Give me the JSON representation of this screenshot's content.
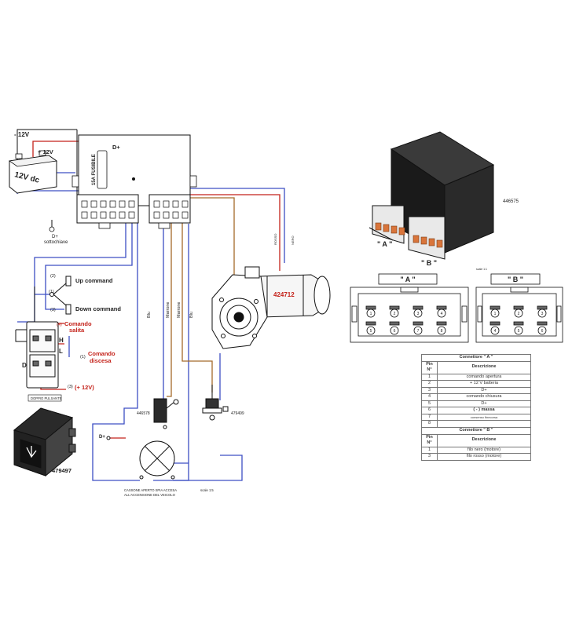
{
  "battery": {
    "neg_label": "- 12V",
    "pos_label": "+ 12V",
    "name": "12V dc"
  },
  "control_unit": {
    "fuse_label": "15A FUSIBILE",
    "d_plus": "D+",
    "key_label_1": "D+",
    "key_label_2": "sottochiave"
  },
  "commands": {
    "up_num": "(2)",
    "up": "Up command",
    "mid_num": "(1)",
    "down_num": "(3)",
    "down": "Down command"
  },
  "rocker": {
    "jump_num": "(4)",
    "jump": [
      "Comando",
      "salita"
    ],
    "descent_num": "(1)",
    "descent": [
      "Comando",
      "discesa"
    ],
    "plus_num": "(3)",
    "plus": "(+ 12V)",
    "h": "H",
    "l": "L",
    "d": "D",
    "caption": "DOPPIO PULSANTE",
    "part": "479497"
  },
  "wires": {
    "blu_left": "Blu",
    "marrone_1": "Marrone",
    "marrone_2": "Marrone",
    "blu_right": "Blu",
    "wire_a": "ROSSO",
    "wire_b": "NERO"
  },
  "parts": {
    "motor": "424712",
    "microswitch": "446578",
    "reed": "479499",
    "unit": "446575",
    "lamp_dplus": "D+"
  },
  "lamp_note": [
    "CASSONE APERTO SPIA ACCESA",
    "ALL'ACCENSIONE DEL VEICOLO"
  ],
  "scale": "scale 1:5",
  "scale_small": "scale 1:1",
  "connector_a_title": "\" A \"",
  "connector_b_title": "\" B \"",
  "connector_a_pins": [
    "1",
    "2",
    "3",
    "4",
    "5",
    "6",
    "7",
    "8"
  ],
  "connector_b_pins": [
    "1",
    "2",
    "3",
    "4",
    "5",
    "6"
  ],
  "table_a": {
    "title": "Connettore \" A \"",
    "h1": "Pin N°",
    "h2": "Descrizione",
    "rows": [
      {
        "pin": "1",
        "desc": "comando apertura"
      },
      {
        "pin": "2",
        "desc": "+ 12 V batteria"
      },
      {
        "pin": "3",
        "desc": "D+"
      },
      {
        "pin": "4",
        "desc": "comando chiusura"
      },
      {
        "pin": "5",
        "desc": "D+"
      },
      {
        "pin": "6",
        "desc": "( - ) massa"
      },
      {
        "pin": "7",
        "desc": "consenso finecorsa"
      },
      {
        "pin": "8",
        "desc": ""
      }
    ]
  },
  "table_b": {
    "title": "Connettore \" B \"",
    "h1": "Pin N°",
    "h2": "Descrizione",
    "rows": [
      {
        "pin": "1",
        "desc": "filo nero (motore)"
      },
      {
        "pin": "3",
        "desc": "filo rosso (motore)"
      }
    ]
  }
}
